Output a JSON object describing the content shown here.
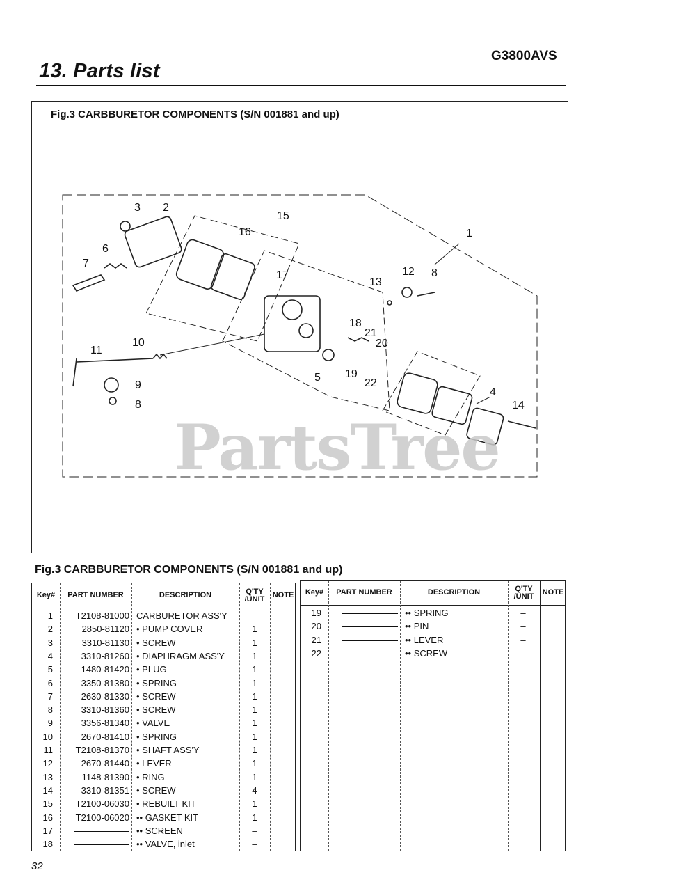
{
  "header": {
    "section_title": "13. Parts list",
    "model": "G3800AVS"
  },
  "figure": {
    "caption": "Fig.3 CARBBURETOR COMPONENTS (S/N 001881 and up)",
    "watermark": "PartsTree",
    "callouts": [
      "1",
      "2",
      "3",
      "4",
      "5",
      "6",
      "7",
      "8",
      "8",
      "9",
      "10",
      "11",
      "12",
      "13",
      "14",
      "15",
      "16",
      "17",
      "18",
      "19",
      "20",
      "21",
      "22"
    ]
  },
  "table": {
    "caption": "Fig.3 CARBBURETOR COMPONENTS (S/N 001881 and up)",
    "headers": {
      "key": "Key#",
      "part_number": "PART NUMBER",
      "description": "DESCRIPTION",
      "qty_line1": "Q'TY",
      "qty_line2": "/UNIT",
      "note": "NOTE"
    },
    "left_rows": [
      {
        "key": "1",
        "part": "T2108-81000",
        "desc": "CARBURETOR ASS'Y",
        "qty": ""
      },
      {
        "key": "2",
        "part": "2850-81120",
        "desc": "• PUMP COVER",
        "qty": "1"
      },
      {
        "key": "3",
        "part": "3310-81130",
        "desc": "• SCREW",
        "qty": "1"
      },
      {
        "key": "4",
        "part": "3310-81260",
        "desc": "• DIAPHRAGM ASS'Y",
        "qty": "1"
      },
      {
        "key": "5",
        "part": "1480-81420",
        "desc": "• PLUG",
        "qty": "1"
      },
      {
        "key": "6",
        "part": "3350-81380",
        "desc": "• SPRING",
        "qty": "1"
      },
      {
        "key": "7",
        "part": "2630-81330",
        "desc": "• SCREW",
        "qty": "1"
      },
      {
        "key": "8",
        "part": "3310-81360",
        "desc": "• SCREW",
        "qty": "1"
      },
      {
        "key": "9",
        "part": "3356-81340",
        "desc": "• VALVE",
        "qty": "1"
      },
      {
        "key": "10",
        "part": "2670-81410",
        "desc": "• SPRING",
        "qty": "1"
      },
      {
        "key": "11",
        "part": "T2108-81370",
        "desc": "• SHAFT ASS'Y",
        "qty": "1"
      },
      {
        "key": "12",
        "part": "2670-81440",
        "desc": "• LEVER",
        "qty": "1"
      },
      {
        "key": "13",
        "part": "1148-81390",
        "desc": "• RING",
        "qty": "1"
      },
      {
        "key": "14",
        "part": "3310-81351",
        "desc": "• SCREW",
        "qty": "4"
      },
      {
        "key": "15",
        "part": "T2100-06030",
        "desc": "• REBUILT KIT",
        "qty": "1"
      },
      {
        "key": "16",
        "part": "T2100-06020",
        "desc": "•• GASKET KIT",
        "qty": "1"
      },
      {
        "key": "17",
        "part": "",
        "desc": "•• SCREEN",
        "qty": "–"
      },
      {
        "key": "18",
        "part": "",
        "desc": "•• VALVE, inlet",
        "qty": "–"
      }
    ],
    "right_rows": [
      {
        "key": "19",
        "part": "",
        "desc": "•• SPRING",
        "qty": "–"
      },
      {
        "key": "20",
        "part": "",
        "desc": "•• PIN",
        "qty": "–"
      },
      {
        "key": "21",
        "part": "",
        "desc": "•• LEVER",
        "qty": "–"
      },
      {
        "key": "22",
        "part": "",
        "desc": "•• SCREW",
        "qty": "–"
      }
    ]
  },
  "footer": {
    "page_number": "32"
  }
}
